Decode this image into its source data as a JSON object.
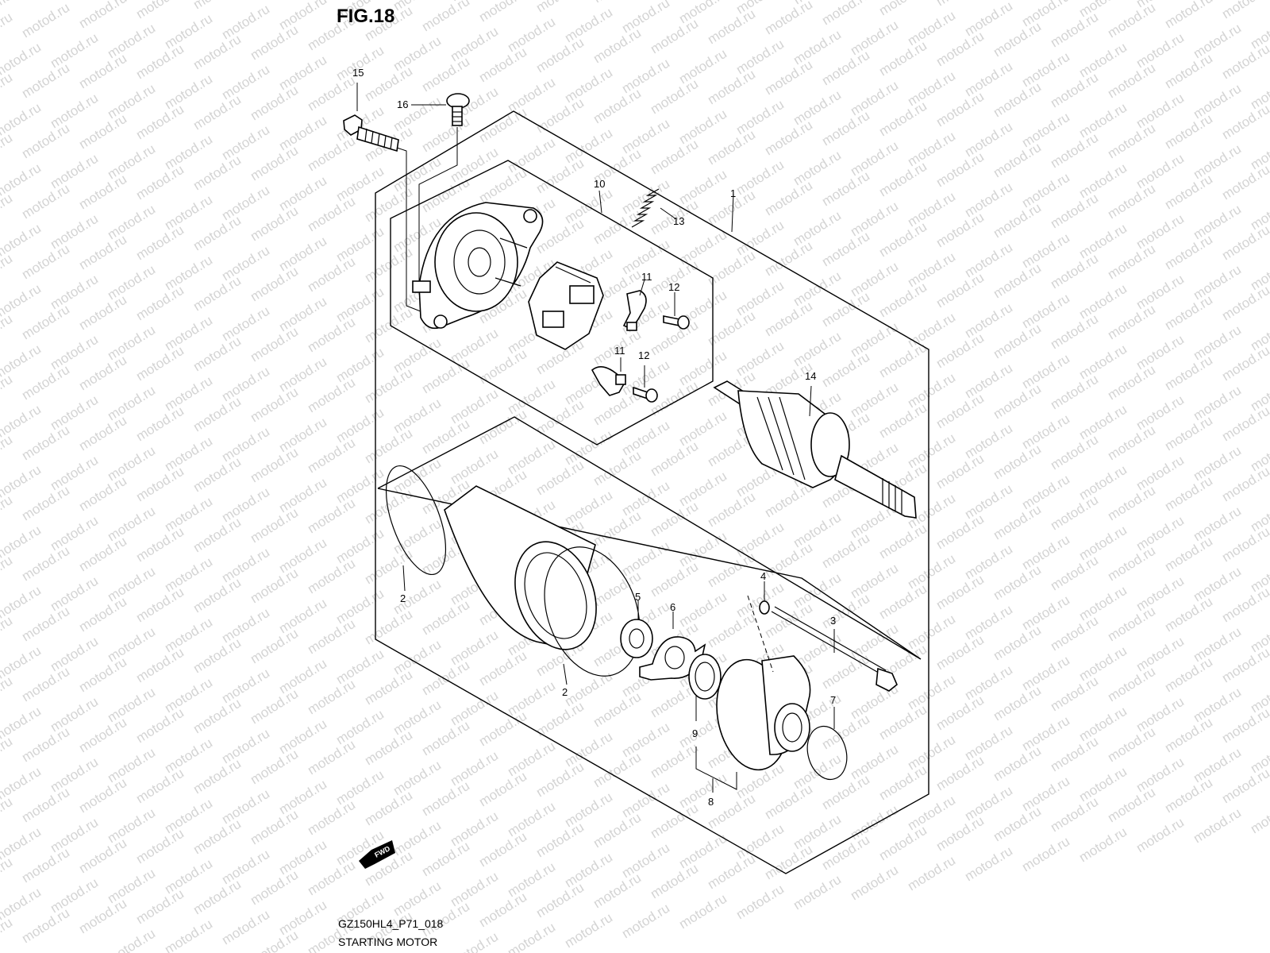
{
  "figure": {
    "title": "FIG.18",
    "code": "GZ150HL4_P71_018",
    "name": "STARTING MOTOR"
  },
  "watermark": {
    "text": "motod.ru",
    "color": "#d4d4d4"
  },
  "fwd_badge": {
    "text": "FWD"
  },
  "callouts": [
    {
      "id": "c15",
      "label": "15"
    },
    {
      "id": "c16",
      "label": "16"
    },
    {
      "id": "c10",
      "label": "10"
    },
    {
      "id": "c1",
      "label": "1"
    },
    {
      "id": "c13",
      "label": "13"
    },
    {
      "id": "c11a",
      "label": "11"
    },
    {
      "id": "c12a",
      "label": "12"
    },
    {
      "id": "c11b",
      "label": "11"
    },
    {
      "id": "c12b",
      "label": "12"
    },
    {
      "id": "c14",
      "label": "14"
    },
    {
      "id": "c2a",
      "label": "2"
    },
    {
      "id": "c2b",
      "label": "2"
    },
    {
      "id": "c5",
      "label": "5"
    },
    {
      "id": "c6",
      "label": "6"
    },
    {
      "id": "c4",
      "label": "4"
    },
    {
      "id": "c3",
      "label": "3"
    },
    {
      "id": "c9",
      "label": "9"
    },
    {
      "id": "c7",
      "label": "7"
    },
    {
      "id": "c8",
      "label": "8"
    }
  ]
}
